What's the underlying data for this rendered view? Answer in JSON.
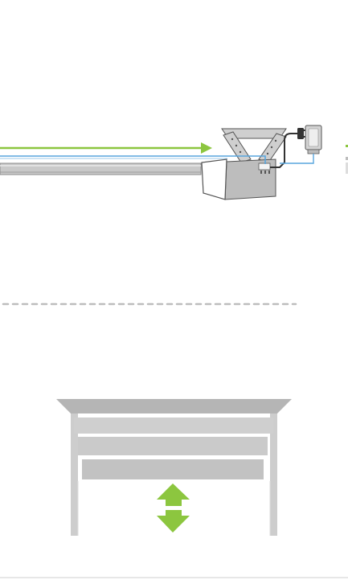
{
  "diagram": {
    "top_panel": {
      "elements": [
        "rail",
        "signal-arrow",
        "opener-motor",
        "power-adapter",
        "wall-outlet"
      ]
    },
    "bottom_panel": {
      "elements": [
        "garage-door-header",
        "garage-door-panels",
        "up-down-arrows"
      ]
    }
  },
  "colors": {
    "accent_green": "#8cc63f",
    "wire_blue": "#58a6de",
    "metal_gray": "#c9c9c9",
    "metal_dark": "#8a8a8a",
    "panel_light": "#e6e6e6",
    "line_black": "#333333"
  }
}
